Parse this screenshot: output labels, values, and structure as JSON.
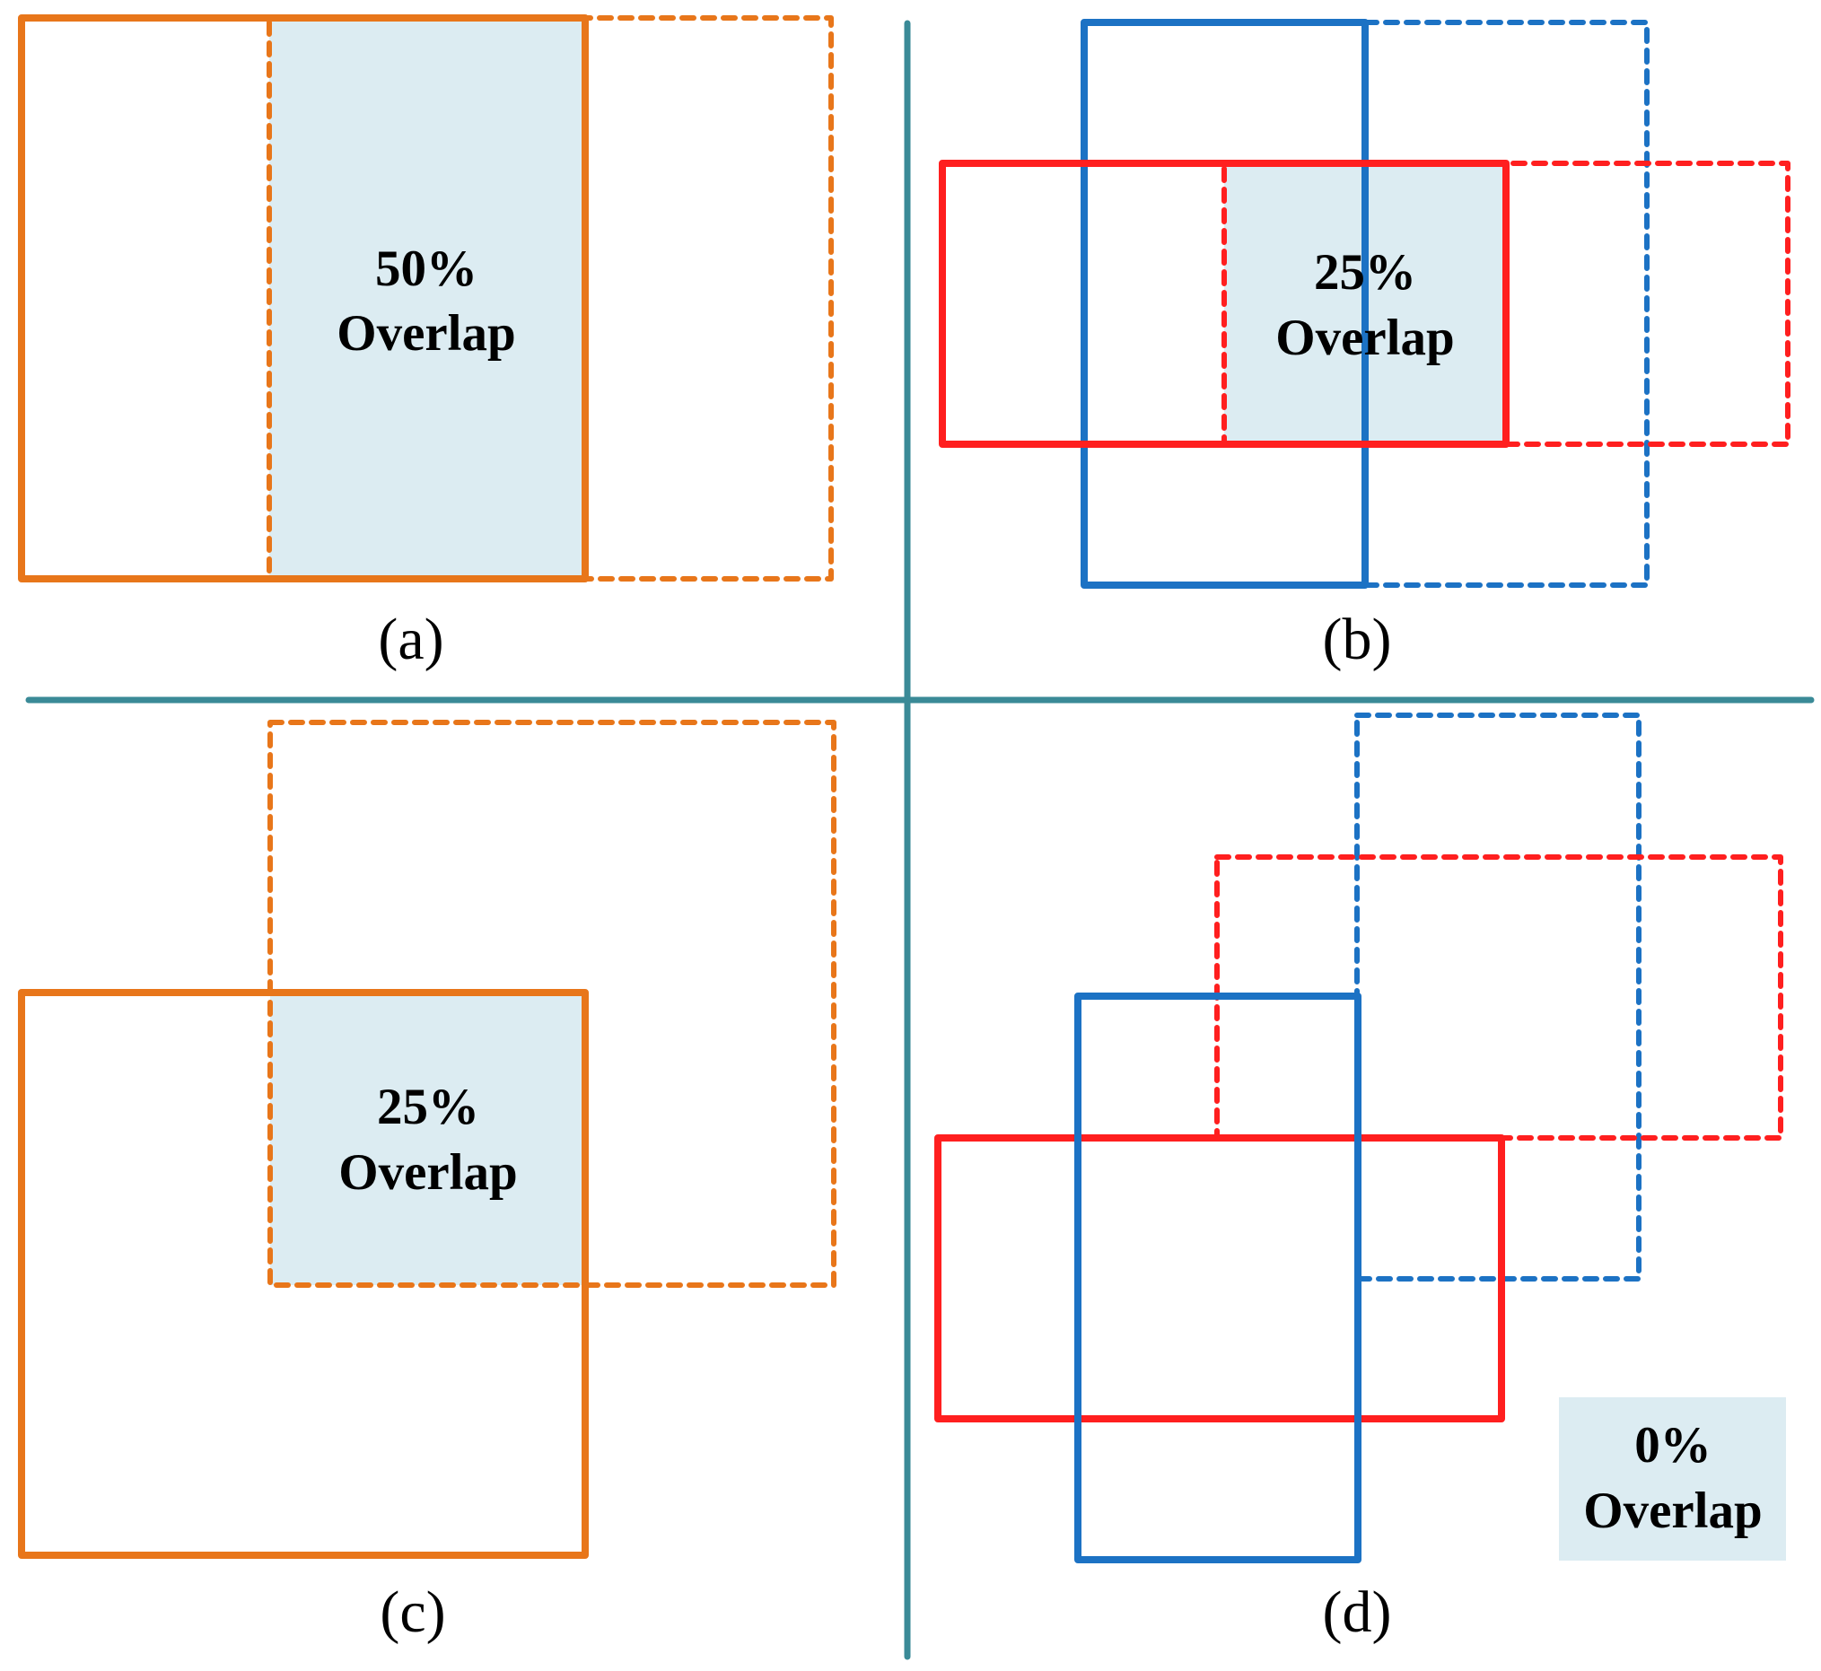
{
  "colors": {
    "orange": "#E8761A",
    "red": "#FF1F1F",
    "blue": "#1C72C4",
    "divider": "#3A8A97",
    "overlap_fill": "#DCECF2"
  },
  "panels": {
    "a": {
      "caption": "(a)",
      "overlap_percent": "50%",
      "overlap_word": "Overlap"
    },
    "b": {
      "caption": "(b)",
      "overlap_percent": "25%",
      "overlap_word": "Overlap"
    },
    "c": {
      "caption": "(c)",
      "overlap_percent": "25%",
      "overlap_word": "Overlap"
    },
    "d": {
      "caption": "(d)",
      "overlap_percent": "0%",
      "overlap_word": "Overlap"
    }
  }
}
